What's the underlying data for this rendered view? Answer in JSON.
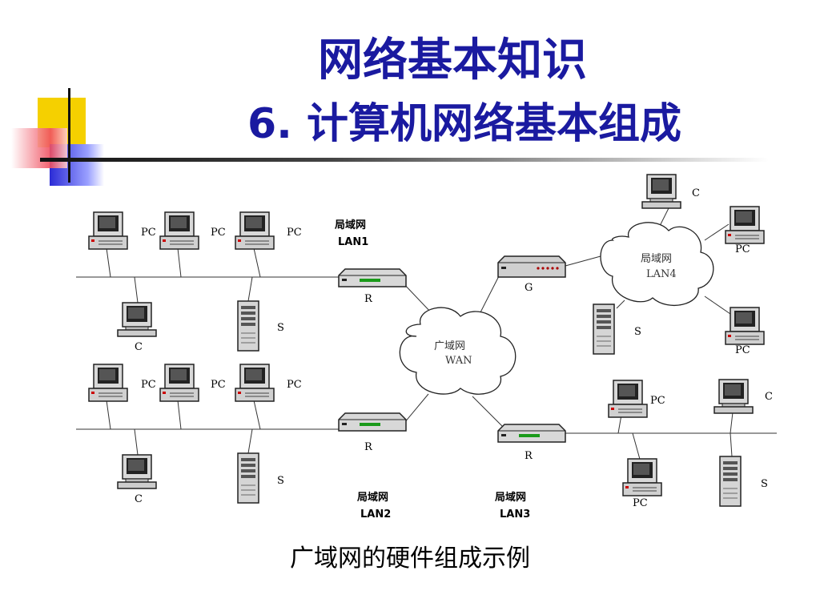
{
  "title_line1": "网络基本知识",
  "title_line2": "6. 计算机网络基本组成",
  "caption": "广域网的硬件组成示例",
  "labels": {
    "pc": "PC",
    "client": "C",
    "server": "S",
    "router": "R",
    "gateway": "G",
    "lan_cn": "局域网",
    "lan1": "LAN1",
    "lan2": "LAN2",
    "lan3": "LAN3",
    "lan4": "LAN4",
    "wan_cn": "广域网",
    "wan": "WAN"
  },
  "colors": {
    "title": "#1a1aa0",
    "deco_yellow": "#f5d000",
    "deco_blue": "#2b2bd6",
    "deco_red": "#f04050"
  }
}
